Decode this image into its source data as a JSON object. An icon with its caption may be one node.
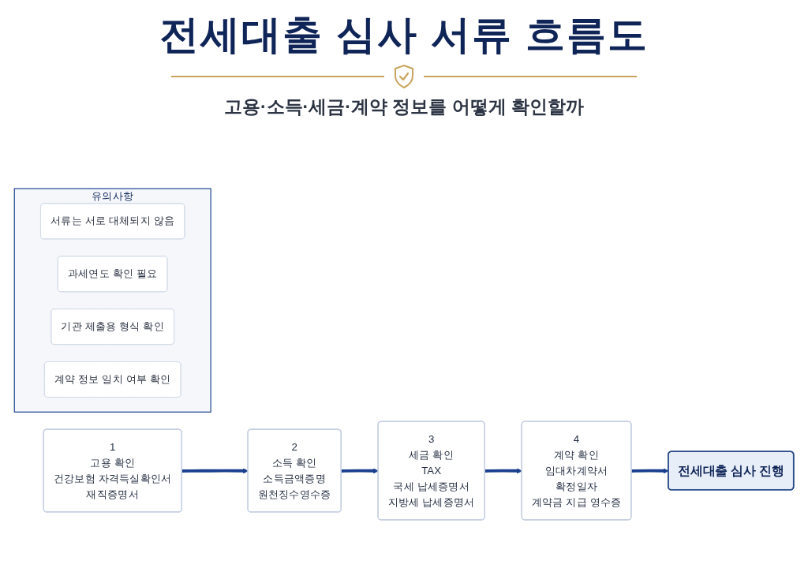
{
  "diagram": {
    "title": "전세대출 심사 서류 흐름도",
    "nodes": [
      {
        "text": [
          "1",
          "고용 확인",
          "건강보험 자격득실확인서",
          "재직증명서"
        ]
      },
      {
        "text": [
          "2",
          "소득 확인",
          "소득금액증명",
          "원천징수영수증"
        ]
      },
      {
        "text": [
          "3",
          "세금 확인",
          "TAX",
          "국세 납세증명서",
          "지방세 납세증명서"
        ]
      },
      {
        "text": [
          "4",
          "계약 확인",
          "임대차계약서",
          "확정일자",
          "계약금 지급 영수증"
        ]
      },
      {
        "text": [
          "전세대출 심사 진행"
        ]
      },
      {
        "text": [
          "유의사항"
        ]
      },
      {
        "text": [
          "서류는 서로 대체되지 않음"
        ],
        "in": 5
      },
      {
        "text": [
          "과세연도 확인 필요"
        ],
        "in": 5
      },
      {
        "text": [
          "기관 제출용 형식 확인"
        ],
        "in": 5
      },
      {
        "text": [
          "계약 정보 일치 여부 확인"
        ],
        "in": 5
      }
    ],
    "edges": [
      {
        "from": 0,
        "to": 1,
        "arrow": "to"
      },
      {
        "from": 1,
        "to": 2,
        "arrow": "to"
      },
      {
        "from": 2,
        "to": 3,
        "arrow": "to"
      },
      {
        "from": 3,
        "to": 4,
        "arrow": "to"
      }
    ],
    "labels": [
      "고용·소득·세금·계약 정보를 어떻게 확인할까"
    ]
  }
}
